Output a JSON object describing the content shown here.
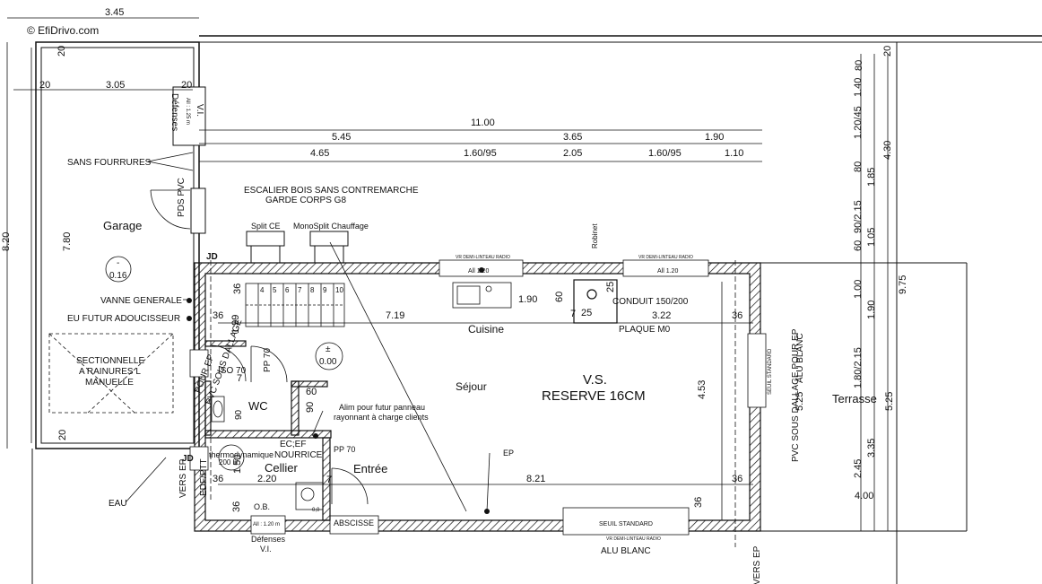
{
  "watermark": "© EfiDrivo.com",
  "rooms": {
    "garage": "Garage",
    "sejour": "Séjour",
    "cuisine": "Cuisine",
    "wc": "WC",
    "cellier": "Cellier",
    "entree": "Entrée",
    "terrasse": "Terrasse",
    "vs1": "V.S.",
    "vs2": "RESERVE 16CM"
  },
  "labels": {
    "defenses_top": "Défenses",
    "vi_top": "V.I.",
    "sans_fourrures": "SANS FOURRURES",
    "pds_pvc": "PDS PVC",
    "escalier1": "ESCALIER BOIS SANS CONTREMARCHE",
    "escalier2": "GARDE CORPS G8",
    "split_ce": "Split CE",
    "monosplit": "MonoSplit Chauffage",
    "robinet": "Robinet",
    "all_120_left": "All 1.20",
    "all_120_right": "All 1.20",
    "vr_left": "VR DEMI-LINTEAU RADIO",
    "vr_right": "VR DEMI-LINTEAU RADIO",
    "vr_bottom": "VR DEMI-LINTEAU RADIO",
    "jd_top": "JD",
    "jd_bottom": "JD",
    "level_minus": "-",
    "level_016": "0.16",
    "level_pm": "±",
    "level_000": "0.00",
    "vanne": "VANNE GENERALE",
    "eu_futur": "EU FUTUR ADOUCISSEUR",
    "sectionnelle1": "SECTIONNELLE",
    "sectionnelle2": "A RAINURES L",
    "sectionnelle3": "MANUELLE",
    "pvc_left1": "PVC SOUS DALLAGE",
    "pvc_left2": "POUR EP",
    "iso70": "ISO 70",
    "pp70_a": "PP 70",
    "pp70_b": "PP 70",
    "conduit": "CONDUIT 150/200",
    "plaque": "PLAQUE M0",
    "alim1": "Alim pour futur panneau",
    "alim2": "rayonnant à charge clients",
    "ec_ef": "EC;EF",
    "thermo": "thermodynamique",
    "nourrice": "NOURRICE",
    "ballon": "200 lit",
    "ep": "EP",
    "eau": "EAU",
    "vers_ep_left": "VERS EP",
    "edf_ptt": "EDF/PTT",
    "ob": "O.B.",
    "all_120m": "All : 1.20 m",
    "all_125m": "All : 1.25 m",
    "defenses_bot": "Défenses",
    "vi_bot": "V.I.",
    "abscisse": "ABSCISSE",
    "seuil_bottom": "SEUIL STANDARD",
    "seuil_right": "SEUIL STANDARD",
    "alu_bottom": "ALU BLANC",
    "alu_right": "ALU BLANC",
    "pvc_right": "PVC SOUS DALLAGE POUR EP",
    "vers_ep_bottom": "VERS EP",
    "dot": "0,0",
    "r90": "90"
  },
  "dims": {
    "d345": "3.45",
    "d20_a": "20",
    "d20_b": "20",
    "d305": "3.05",
    "d20_c": "20",
    "d1100": "11.00",
    "d545": "5.45",
    "d365": "3.65",
    "d190_top": "1.90",
    "d465": "4.65",
    "d160_a": "1.60/95",
    "d205": "2.05",
    "d160_b": "1.60/95",
    "d110": "1.10",
    "d820": "8.20",
    "d780": "7.80",
    "d20_d": "20",
    "s36_a": "36",
    "s36_b": "36",
    "d719": "7.19",
    "d199": "1.99",
    "d190_k": "1.90",
    "d60_k": "60",
    "d25_a": "25",
    "d25_b": "25",
    "d7": "7",
    "d322": "3.22",
    "s36_c": "36",
    "d453": "4.53",
    "d60_wc": "60",
    "d90_wc": "90",
    "d7_wc": "7",
    "d150": "1.50",
    "d220": "2.20",
    "s36_d": "36",
    "d821": "8.21",
    "s36_e": "36",
    "s36_f": "36",
    "d7_ent": "7",
    "s36_g": "36",
    "st4": "4",
    "st5": "5",
    "st6": "6",
    "st7": "7",
    "st8": "8",
    "st9": "9",
    "st10": "10",
    "r80": "80",
    "r20": "20",
    "r140": "1.40",
    "r120": "1.20/45",
    "r430": "4.30",
    "r80b": "80",
    "r185": "1.85",
    "r215": "90/2.15",
    "r105": "1.05",
    "r60": "60",
    "r100": "1.00",
    "r190": "1.90",
    "r975": "9.75",
    "r180": "1.80/2.15",
    "r525a": "5.25",
    "r525b": "5.25",
    "r335": "3.35",
    "r245": "2.45",
    "r400": "4.00"
  },
  "colors": {
    "line": "#111111",
    "hatch": "#111111",
    "bg": "#ffffff"
  }
}
